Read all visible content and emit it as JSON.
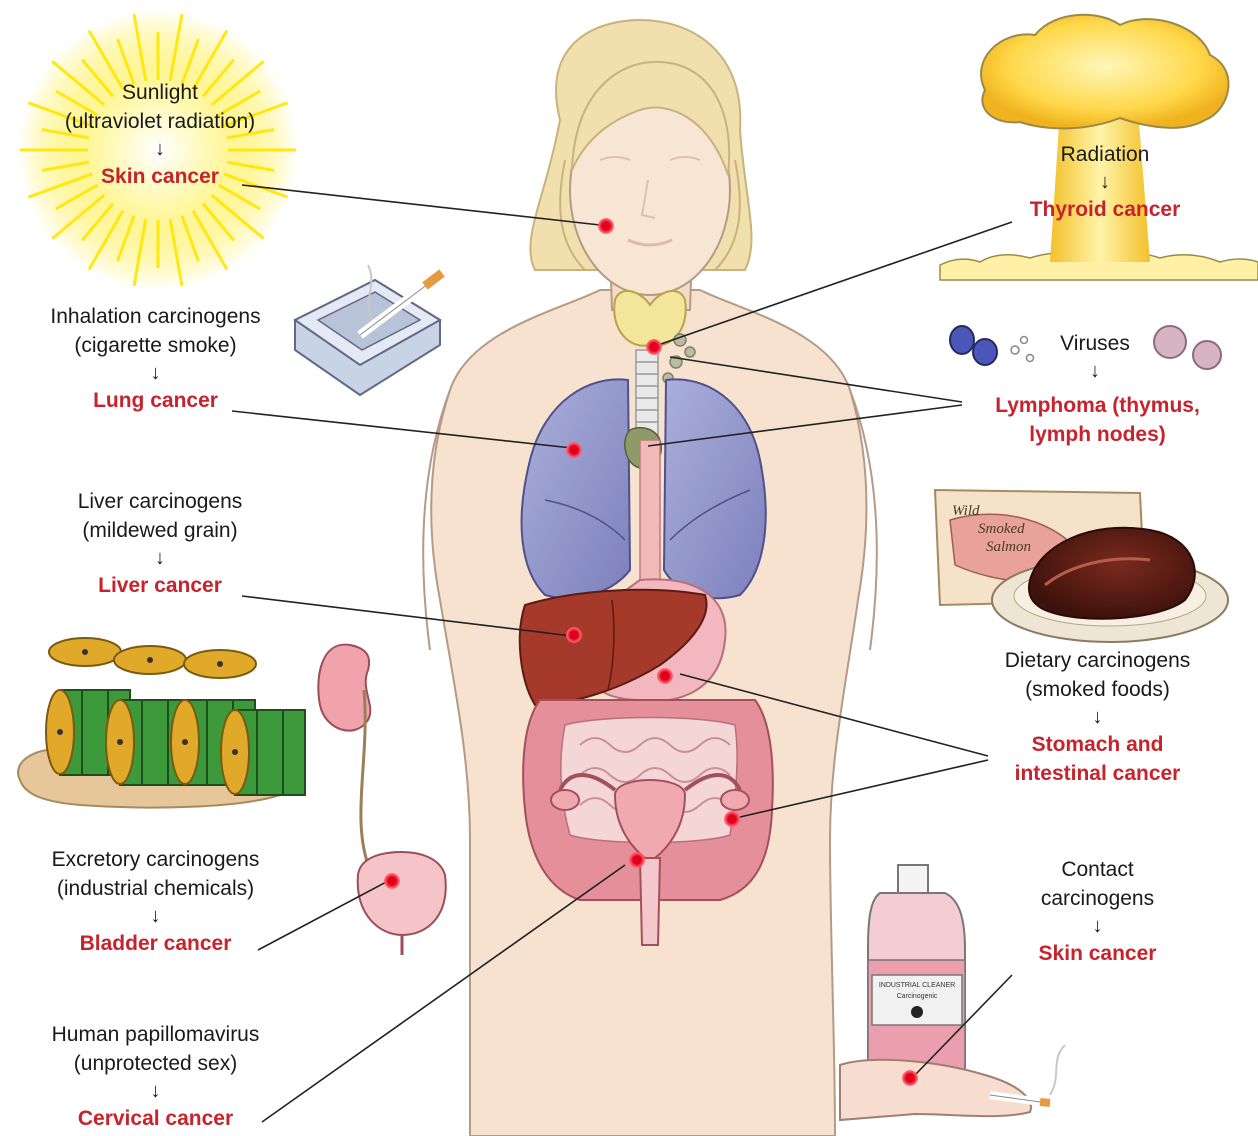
{
  "labels": {
    "sunlight": {
      "cause": [
        "Sunlight",
        "(ultraviolet radiation)"
      ],
      "cancer": [
        "Skin cancer"
      ]
    },
    "inhalation": {
      "cause": [
        "Inhalation carcinogens",
        "(cigarette smoke)"
      ],
      "cancer": [
        "Lung cancer"
      ]
    },
    "liver": {
      "cause": [
        "Liver carcinogens",
        "(mildewed grain)"
      ],
      "cancer": [
        "Liver cancer"
      ]
    },
    "excretory": {
      "cause": [
        "Excretory carcinogens",
        "(industrial chemicals)"
      ],
      "cancer": [
        "Bladder cancer"
      ]
    },
    "hpv": {
      "cause": [
        "Human papillomavirus",
        "(unprotected sex)"
      ],
      "cancer": [
        "Cervical cancer"
      ]
    },
    "radiation": {
      "cause": [
        "Radiation"
      ],
      "cancer": [
        "Thyroid cancer"
      ]
    },
    "viruses": {
      "cause": [
        "Viruses"
      ],
      "cancer": [
        "Lymphoma (thymus,",
        "lymph nodes)"
      ]
    },
    "dietary": {
      "cause": [
        "Dietary carcinogens",
        "(smoked foods)"
      ],
      "cancer": [
        "Stomach and",
        "intestinal cancer"
      ]
    },
    "contact": {
      "cause": [
        "Contact",
        "carcinogens"
      ],
      "cancer": [
        "Skin cancer"
      ]
    }
  },
  "arrow_glyph": "↓",
  "package_text": [
    "Wild",
    "Smoked",
    "Salmon"
  ],
  "bottle_text": [
    "INDUSTRIAL CLEANER",
    "Carcinogenic"
  ],
  "colors": {
    "cancer_text": "#c8232c",
    "tumor_spot": "#e0001a",
    "skin": "#f6e2cf",
    "hair": "#f1dfae",
    "lungs": "#8e90c8",
    "liver": "#a5392a",
    "intestine": "#e58f9a",
    "sun": "#ffe600",
    "mushroom_cloud": "#ffd84a"
  }
}
